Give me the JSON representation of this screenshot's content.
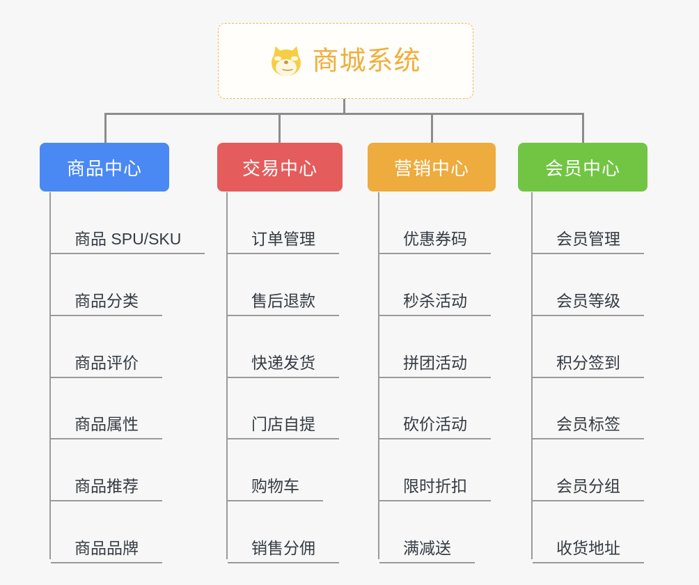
{
  "diagram": {
    "title": "商城系统",
    "background_color": "#f7f7f7",
    "connector_color": "#8c8c8c",
    "root": {
      "label": "商城系统",
      "icon": "shiba-inu-face-icon",
      "text_color": "#f0ae3c",
      "border_color": "#efb758",
      "background_color": "#fffefb"
    },
    "categories": [
      {
        "label": "商品中心",
        "color": "#4a89f3",
        "items": [
          "商品 SPU/SKU",
          "商品分类",
          "商品评价",
          "商品属性",
          "商品推荐",
          "商品品牌"
        ]
      },
      {
        "label": "交易中心",
        "color": "#e45c5c",
        "items": [
          "订单管理",
          "售后退款",
          "快递发货",
          "门店自提",
          "购物车",
          "销售分佣"
        ]
      },
      {
        "label": "营销中心",
        "color": "#eeab3e",
        "items": [
          "优惠券码",
          "秒杀活动",
          "拼团活动",
          "砍价活动",
          "限时折扣",
          "满减送"
        ]
      },
      {
        "label": "会员中心",
        "color": "#72c543",
        "items": [
          "会员管理",
          "会员等级",
          "积分签到",
          "会员标签",
          "会员分组",
          "收货地址"
        ]
      }
    ]
  }
}
